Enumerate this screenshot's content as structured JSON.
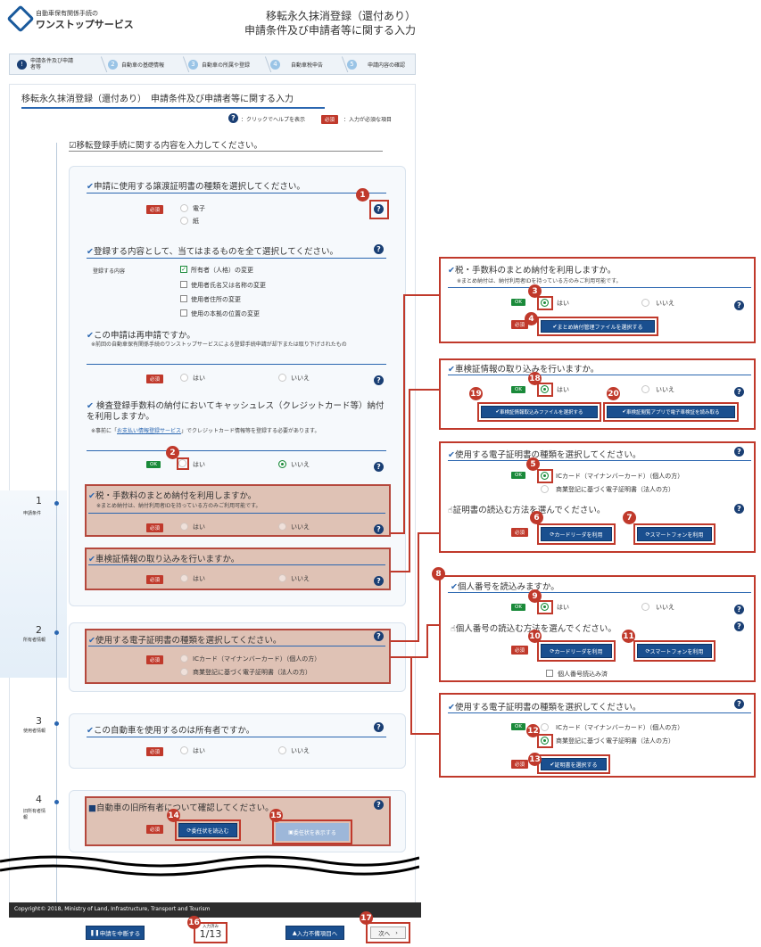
{
  "header": {
    "logo_small": "自動車保有関係手続の",
    "logo_big": "ワンストップサービス",
    "title_line1": "移転永久抹消登録（還付あり）",
    "title_line2": "申請条件及び申請者等に関する入力"
  },
  "steps": [
    {
      "num": "!",
      "label": "申請条件及び申請者等"
    },
    {
      "num": "2",
      "label": "自動車の基礎情報"
    },
    {
      "num": "3",
      "label": "自動車の所属や登録"
    },
    {
      "num": "4",
      "label": "自動車税申告"
    },
    {
      "num": "5",
      "label": "申請内容の確認"
    }
  ],
  "main": {
    "title": "移転永久抹消登録（還付あり）　申請条件及び申請者等に関する入力",
    "legend_help": "：クリックでヘルプを表示",
    "legend_required": "：入力が必須な項目",
    "intro": "移転登録手続に関する内容を入力してください。"
  },
  "badges": {
    "required": "必須",
    "ok": "OK"
  },
  "timeline": [
    {
      "num": "1",
      "label": "申請条件"
    },
    {
      "num": "2",
      "label": "所有者情報"
    },
    {
      "num": "3",
      "label": "使用者情報"
    },
    {
      "num": "4",
      "label": "旧所有者情報"
    }
  ],
  "q1": {
    "title": "申請に使用する譲渡証明書の種類を選択してください。",
    "opt1": "電子",
    "opt2": "紙"
  },
  "q2": {
    "title": "登録する内容として、当てはまるものを全て選択してください。",
    "row_label": "登録する内容",
    "opts": [
      "所有者（人格）の変更",
      "使用者氏名又は名称の変更",
      "使用者住所の変更",
      "使用の本拠の位置の変更"
    ]
  },
  "q3": {
    "title": "この申請は再申請ですか。",
    "note": "※前回の自動車保有関係手続のワンストップサービスによる登録手続申請が却下または取り下げされたもの",
    "yes": "はい",
    "no": "いいえ"
  },
  "q4": {
    "title": "検査登録手数料の納付においてキャッシュレス（クレジットカード等）納付を利用しますか。",
    "note_a": "※事前に「",
    "note_link": "お支払い情報登録サービス",
    "note_b": "」でクレジットカード情報等を登録する必要があります。",
    "yes": "はい",
    "no": "いいえ"
  },
  "q5": {
    "title": "税・手数料のまとめ納付を利用しますか。",
    "note": "※まとめ納付は、納付利用者IDを持っている方のみご利用可能です。",
    "yes": "はい",
    "no": "いいえ",
    "button": "まとめ納付管理ファイルを選択する"
  },
  "q6": {
    "title": "車検証情報の取り込みを行いますか。",
    "yes": "はい",
    "no": "いいえ",
    "btn_file": "車検証情報取込みファイルを選択する",
    "btn_app": "車検証閲覧アプリで電子車検証を読み取る"
  },
  "q7": {
    "title": "使用する電子証明書の種類を選択してください。",
    "opt1": "ICカード（マイナンバーカード）（個人の方）",
    "opt2": "商業登記に基づく電子証明書（法人の方）",
    "read_title": "証明書の読込む方法を選んでください。",
    "btn_reader": "カードリーダを利用",
    "btn_phone": "スマートフォンを利用",
    "btn_select": "証明書を選択する"
  },
  "q8": {
    "title": "個人番号を読込みますか。",
    "yes": "はい",
    "no": "いいえ",
    "read_title": "個人番号の読込む方法を選んでください。",
    "btn_reader": "カードリーダを利用",
    "btn_phone": "スマートフォンを利用",
    "done_label": "個人番号読込み済"
  },
  "q9": {
    "title": "この自動車を使用するのは所有者ですか。",
    "yes": "はい",
    "no": "いいえ"
  },
  "q10": {
    "title": "自動車の旧所有者について確認してください。",
    "btn_read": "委任状を読込む",
    "btn_show": "委任状を表示する"
  },
  "footer": {
    "copyright": "Copyright© 2018, Ministry of Land, Infrastructure, Transport and Tourism",
    "suspend": "申請を中断する",
    "progress_label": "入力済み",
    "progress": "1/13",
    "missing": "入力不備項目へ",
    "next": "次へ"
  },
  "markers": [
    "1",
    "2",
    "3",
    "4",
    "5",
    "6",
    "7",
    "8",
    "9",
    "10",
    "11",
    "12",
    "13",
    "14",
    "15",
    "16",
    "17",
    "18",
    "19",
    "20"
  ],
  "colors": {
    "accent": "#2a66b0",
    "navy": "#1a3f74",
    "required": "#c0392b",
    "ok": "#1a8a3a",
    "highlight": "#c88c6e"
  }
}
